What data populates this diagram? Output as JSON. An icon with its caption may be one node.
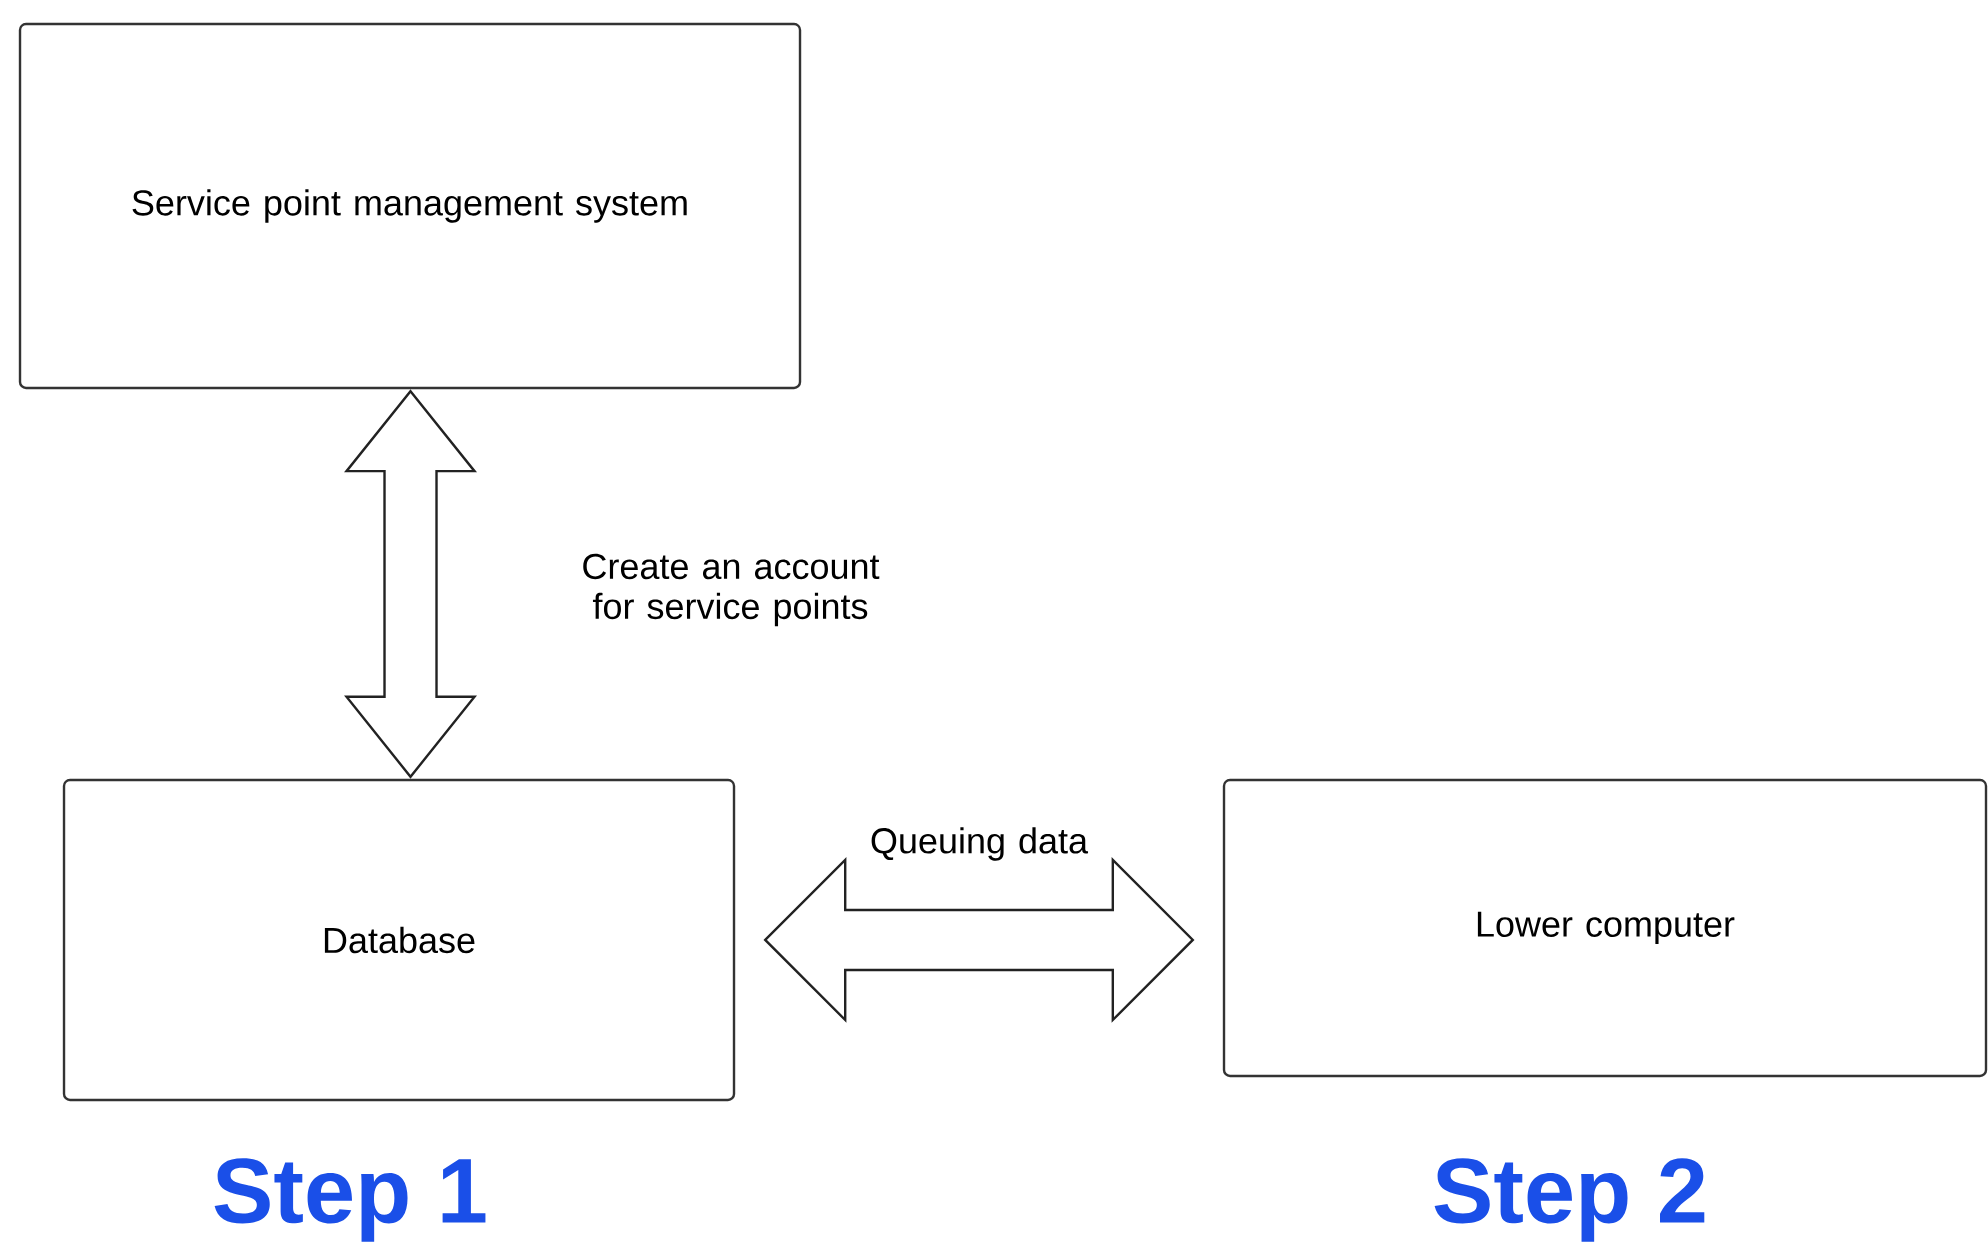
{
  "diagram": {
    "nodes": [
      {
        "text": [
          "Service point management system"
        ]
      },
      {
        "text": [
          "Database"
        ],
        "beside": [
          "Step 1"
        ]
      },
      {
        "text": [
          "Lower computer"
        ],
        "beside": [
          "Step 2"
        ]
      }
    ],
    "edges": [
      {
        "from": 0,
        "to": 1,
        "arrow": "both",
        "label": "Create an account for service points"
      },
      {
        "from": 1,
        "to": 2,
        "arrow": "both",
        "label": "Queuing data"
      }
    ]
  }
}
